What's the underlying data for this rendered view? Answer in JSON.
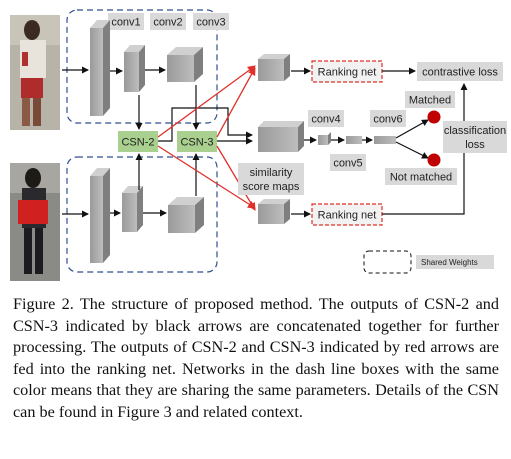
{
  "figure": {
    "labels": {
      "conv1": "conv1",
      "conv2": "conv2",
      "conv3": "conv3",
      "conv4": "conv4",
      "conv5": "conv5",
      "conv6": "conv6",
      "csn2": "CSN-2",
      "csn3": "CSN-3",
      "ranking_net_top": "Ranking net",
      "ranking_net_bottom": "Ranking net",
      "contrastive_loss": "contrastive loss",
      "matched": "Matched",
      "not_matched": "Not matched",
      "classification_line1": "classification",
      "classification_line2": "loss",
      "similarity_line1": "similarity",
      "similarity_line2": "score maps",
      "legend_shared_weights": "Shared Weights"
    },
    "colors": {
      "csn_fill": "#a9d08e",
      "label_bg": "#d9d9d9",
      "ranking_border": "#e0302a",
      "red_arrow": "#e0302a",
      "dashed_box": "#2f4f8f",
      "dot": "#c00000"
    }
  },
  "caption": "Figure 2. The structure of proposed method. The outputs of CSN-2 and CSN-3 indicated by black arrows are concatenated together for further processing. The outputs of CSN-2 and CSN-3 indicated by red arrows are fed into the ranking net. Networks in the dash line boxes with the same color means that they are sharing the same parameters. Details of the CSN can be found in Figure 3 and related context."
}
